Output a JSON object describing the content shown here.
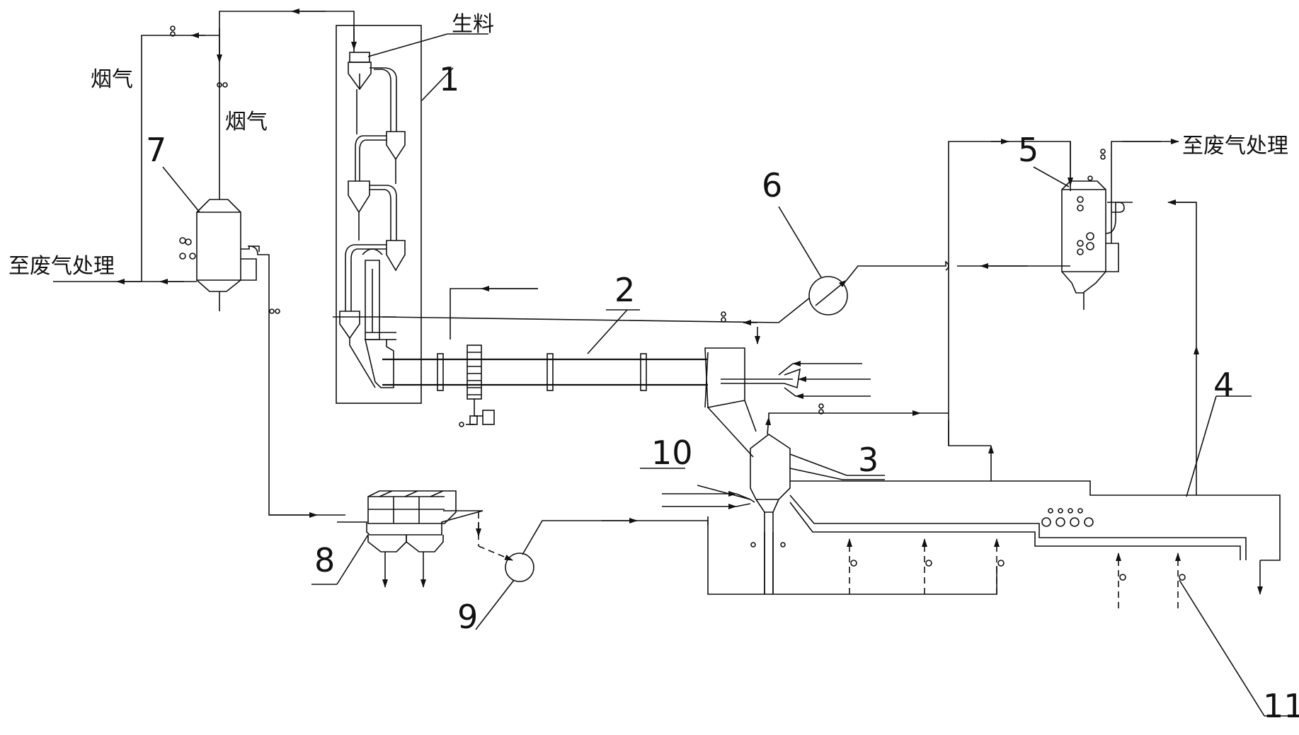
{
  "labels": {
    "raw_meal": "生料",
    "flue_gas_left": "烟气",
    "flue_gas_right": "烟气",
    "to_exhaust_left": "至废气处理",
    "to_exhaust_right": "至废气处理"
  },
  "components": [
    {
      "number": "1"
    },
    {
      "number": "2"
    },
    {
      "number": "3"
    },
    {
      "number": "4"
    },
    {
      "number": "5"
    },
    {
      "number": "6"
    },
    {
      "number": "7"
    },
    {
      "number": "8"
    },
    {
      "number": "9"
    },
    {
      "number": "10"
    },
    {
      "number": "11"
    }
  ]
}
